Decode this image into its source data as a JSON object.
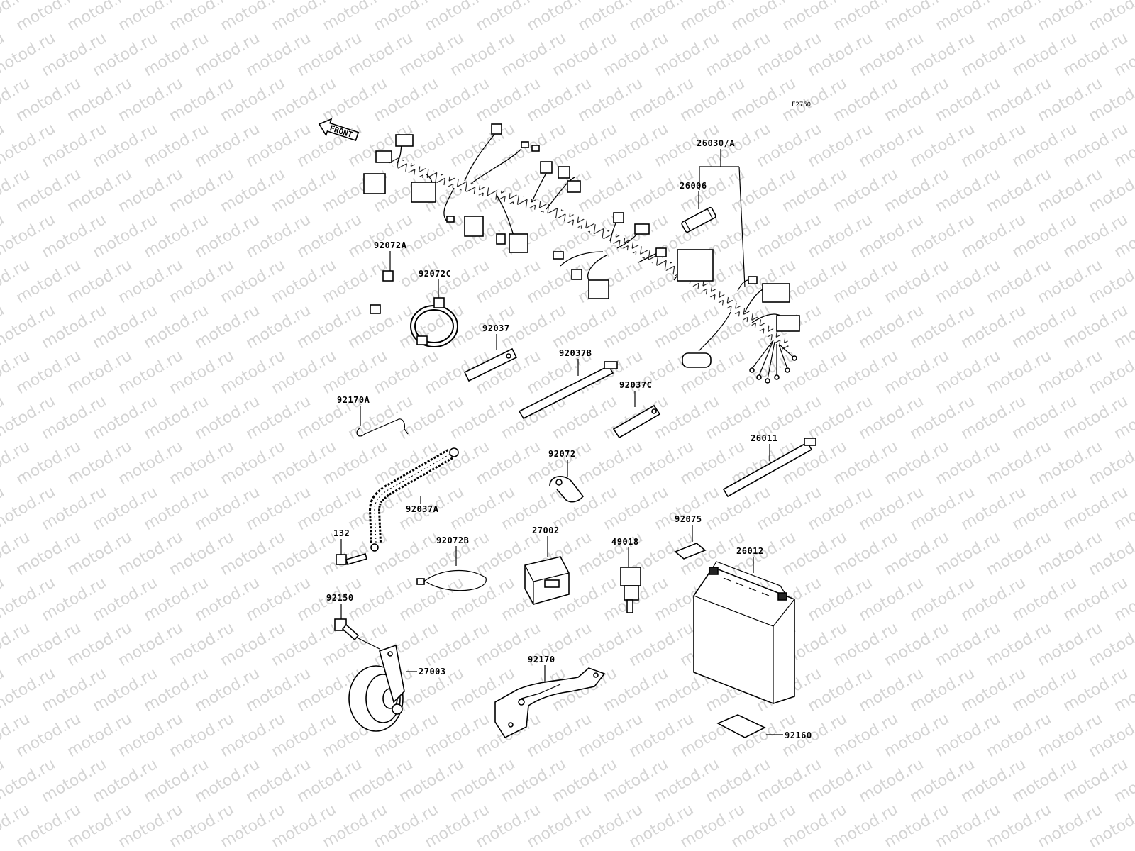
{
  "watermark": "motod.ru",
  "figure_code": "F2760",
  "direction_label": "FRONT",
  "callouts": [
    {
      "id": "26030A",
      "text": "26030/A"
    },
    {
      "id": "26006",
      "text": "26006"
    },
    {
      "id": "92072A",
      "text": "92072A"
    },
    {
      "id": "92072C",
      "text": "92072C"
    },
    {
      "id": "92037",
      "text": "92037"
    },
    {
      "id": "92037B",
      "text": "92037B"
    },
    {
      "id": "92037C",
      "text": "92037C"
    },
    {
      "id": "92170A",
      "text": "92170A"
    },
    {
      "id": "92037A",
      "text": "92037A"
    },
    {
      "id": "92072",
      "text": "92072"
    },
    {
      "id": "26011",
      "text": "26011"
    },
    {
      "id": "132",
      "text": "132"
    },
    {
      "id": "92072B",
      "text": "92072B"
    },
    {
      "id": "27002",
      "text": "27002"
    },
    {
      "id": "49018",
      "text": "49018"
    },
    {
      "id": "92075",
      "text": "92075"
    },
    {
      "id": "26012",
      "text": "26012"
    },
    {
      "id": "92150",
      "text": "92150"
    },
    {
      "id": "27003",
      "text": "27003"
    },
    {
      "id": "92170",
      "text": "92170"
    },
    {
      "id": "92160",
      "text": "92160"
    }
  ]
}
